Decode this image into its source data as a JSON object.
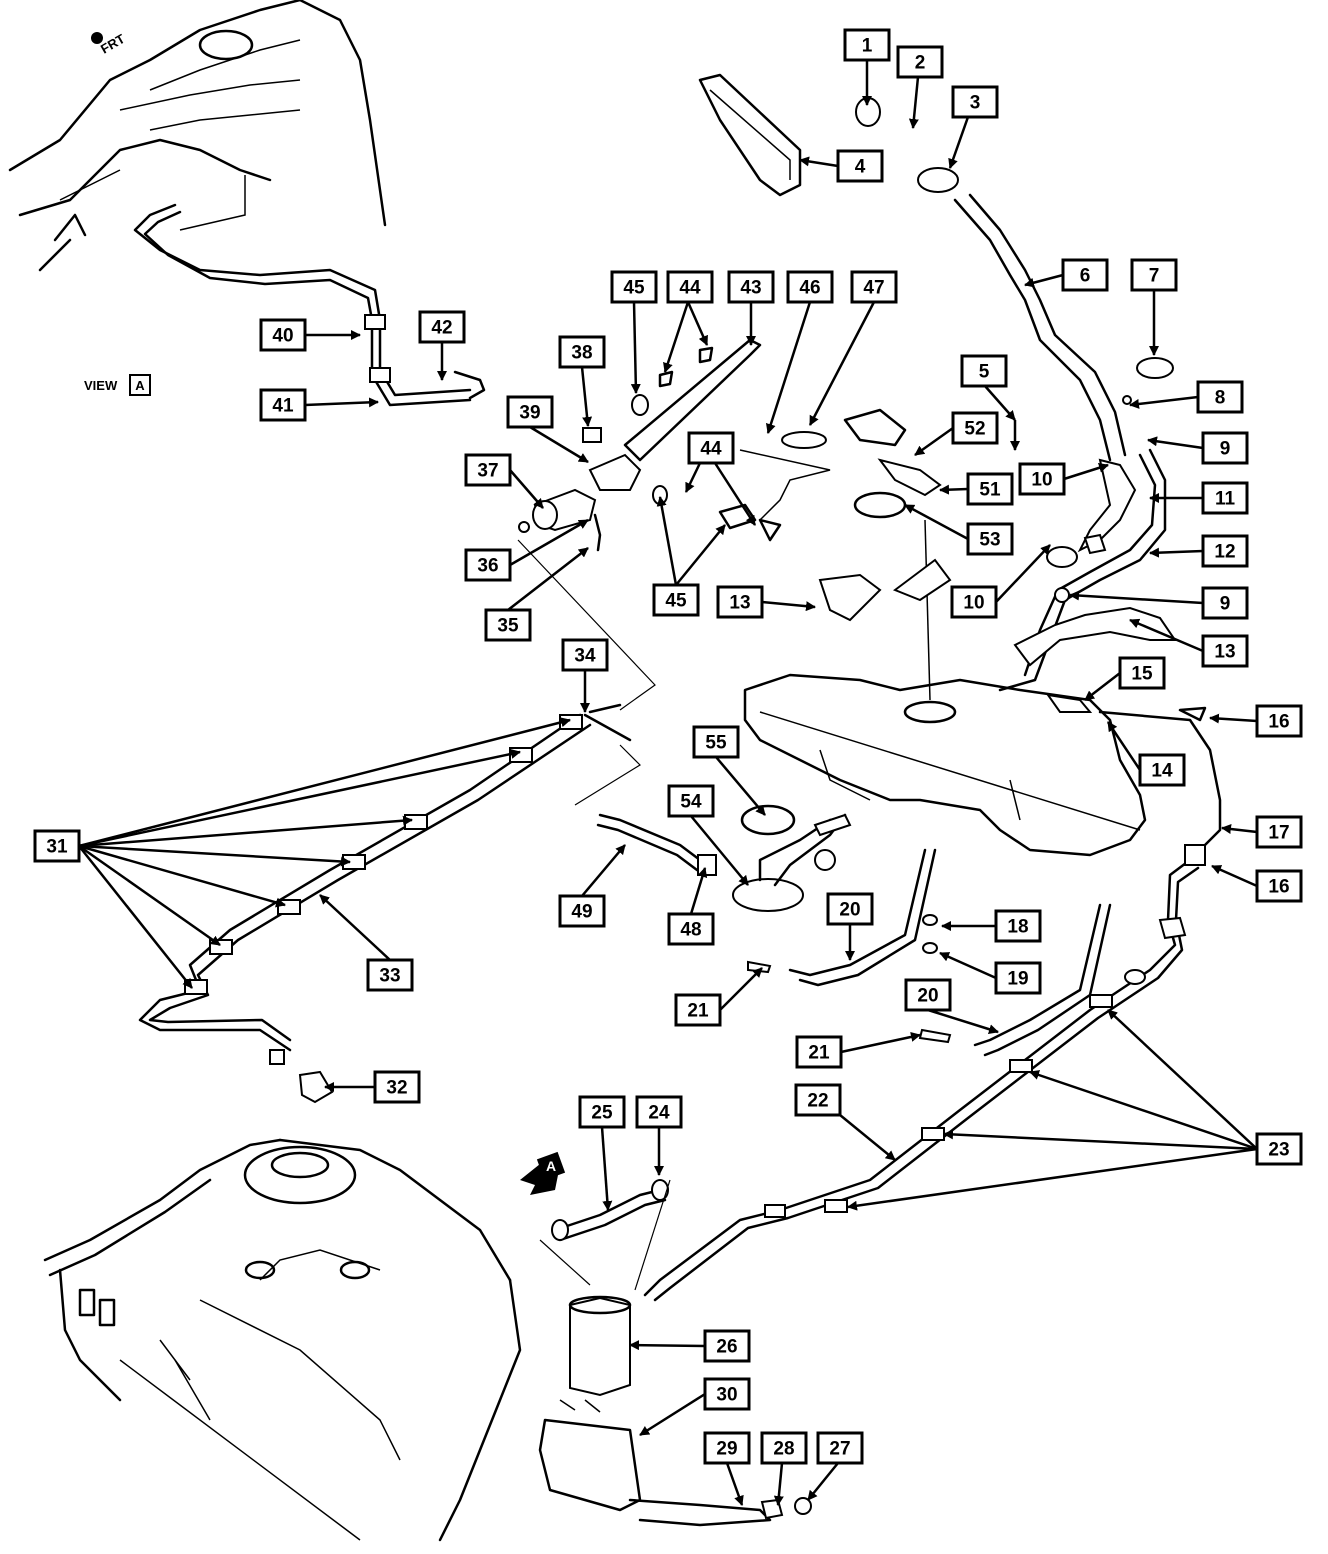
{
  "view_note": "VIEW",
  "view_letter": "A",
  "front_marker": "FRT",
  "view_marker_letter": "A",
  "callouts": [
    "1",
    "2",
    "3",
    "4",
    "5",
    "6",
    "7",
    "8",
    "9",
    "9",
    "10",
    "10",
    "11",
    "12",
    "13",
    "13",
    "14",
    "15",
    "16",
    "16",
    "17",
    "18",
    "19",
    "20",
    "20",
    "21",
    "21",
    "22",
    "23",
    "24",
    "25",
    "26",
    "27",
    "28",
    "29",
    "30",
    "31",
    "32",
    "33",
    "34",
    "35",
    "36",
    "37",
    "38",
    "39",
    "40",
    "41",
    "42",
    "43",
    "44",
    "44",
    "45",
    "45",
    "46",
    "47",
    "48",
    "49",
    "51",
    "52",
    "53",
    "54",
    "55"
  ]
}
